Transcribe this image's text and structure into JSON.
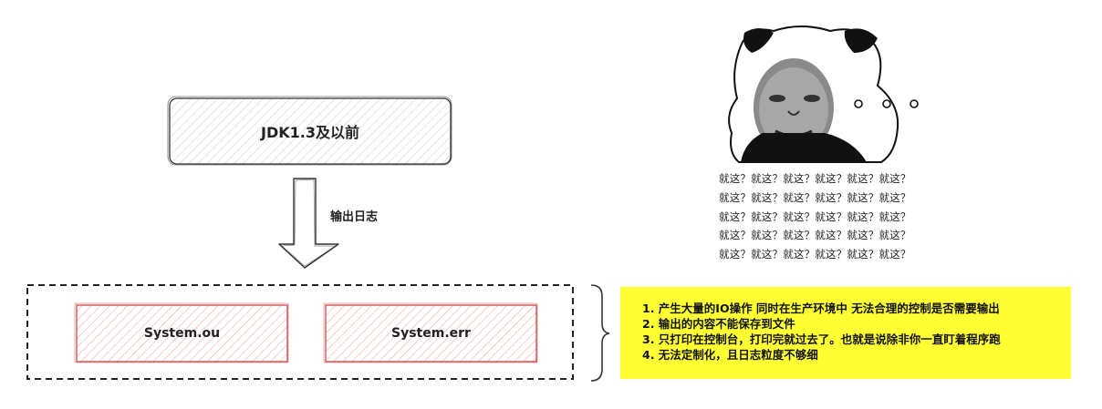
{
  "diagram": {
    "jdk_box_label": "JDK1.3及以前",
    "arrow_label": "输出日志",
    "system_out_label": "System.ou",
    "system_err_label": "System.err"
  },
  "notes": {
    "background_color": "#ffff33",
    "items": [
      "1. 产生大量的IO操作   同时在生产环境中 无法合理的控制是否需要输出",
      "2. 输出的内容不能保存到文件",
      "3. 只打印在控制台，打印完就过去了。也就是说除非你一直盯着程序跑",
      "4. 无法定制化，且日志粒度不够细"
    ]
  },
  "meme": {
    "icon": "panda-face-meme-icon",
    "caption_lines": [
      "就这？就这？就这？就这？就这？就这？",
      "就这？就这？就这？就这？就这？就这？",
      "就这？就这？就这？就这？就这？就这？",
      "就这？就这？就这？就这？就这？就这？",
      "就这？就这？就这？就这？就这？就这？"
    ]
  },
  "colors": {
    "sketch_stroke": "#333333",
    "system_box_stroke": "#c94a4a",
    "system_box_hatch": "#f0a8a8",
    "jdk_box_hatch": "#d8d8d8"
  }
}
